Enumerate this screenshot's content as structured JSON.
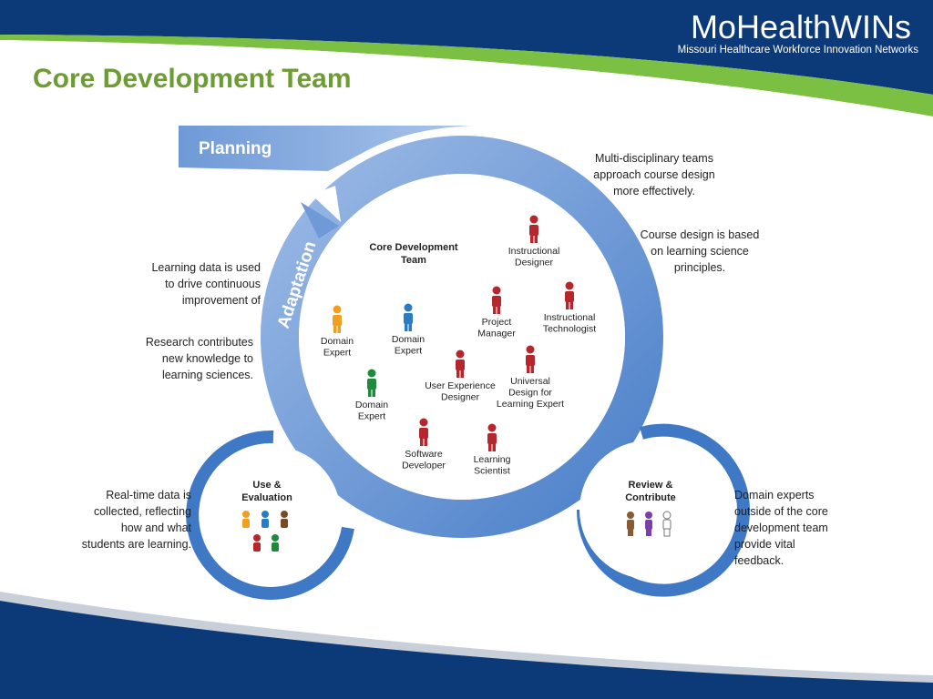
{
  "header": {
    "logo_name": "MoHealthWINs",
    "logo_tagline": "Missouri Healthcare Workforce Innovation Networks"
  },
  "slide": {
    "title": "Core Development Team"
  },
  "diagram": {
    "planning_label": "Planning",
    "adaptation_label": "Adaptation",
    "center_title": [
      "Core Development",
      "Team"
    ],
    "use_eval_title": [
      "Use &",
      "Evaluation"
    ],
    "review_title": [
      "Review &",
      "Contribute"
    ],
    "roles": [
      {
        "id": "instructional-designer",
        "label": [
          "Instructional",
          "Designer"
        ],
        "color": "#b5272d"
      },
      {
        "id": "project-manager",
        "label": [
          "Project",
          "Manager"
        ],
        "color": "#b5272d"
      },
      {
        "id": "instructional-technologist",
        "label": [
          "Instructional",
          "Technologist"
        ],
        "color": "#b5272d"
      },
      {
        "id": "domain-expert-orange",
        "label": [
          "Domain",
          "Expert"
        ],
        "color": "#f0a020"
      },
      {
        "id": "domain-expert-blue",
        "label": [
          "Domain",
          "Expert"
        ],
        "color": "#2a7bc4"
      },
      {
        "id": "domain-expert-green",
        "label": [
          "Domain",
          "Expert"
        ],
        "color": "#1f8a3c"
      },
      {
        "id": "user-experience-designer",
        "label": [
          "User Experience",
          "Designer"
        ],
        "color": "#b5272d"
      },
      {
        "id": "universal-design-expert",
        "label": [
          "Universal",
          "Design for",
          "Learning Expert"
        ],
        "color": "#b5272d"
      },
      {
        "id": "software-developer",
        "label": [
          "Software",
          "Developer"
        ],
        "color": "#b5272d"
      },
      {
        "id": "learning-scientist",
        "label": [
          "Learning",
          "Scientist"
        ],
        "color": "#b5272d"
      }
    ],
    "notes": {
      "multi": [
        "Multi-disciplinary teams",
        "approach course design",
        "more effectively."
      ],
      "course": [
        "Course design is based",
        "on learning science",
        "principles."
      ],
      "learning_data": [
        "Learning data is used",
        "to drive continuous",
        "improvement of"
      ],
      "research": [
        "Research contributes",
        "new knowledge to",
        "learning sciences."
      ],
      "realtime": [
        "Real-time data is",
        "collected, reflecting",
        "how and what",
        "students are learning."
      ],
      "domain_outside": [
        "Domain experts",
        "outside of the core",
        "development team",
        "provide vital",
        "feedback."
      ]
    },
    "colors": {
      "title_green": "#6e9c34",
      "navy": "#0c3a78",
      "accent_green": "#7cc043",
      "ring_blue": "#5e8fd1",
      "ring_light": "#9dbbe6"
    }
  }
}
